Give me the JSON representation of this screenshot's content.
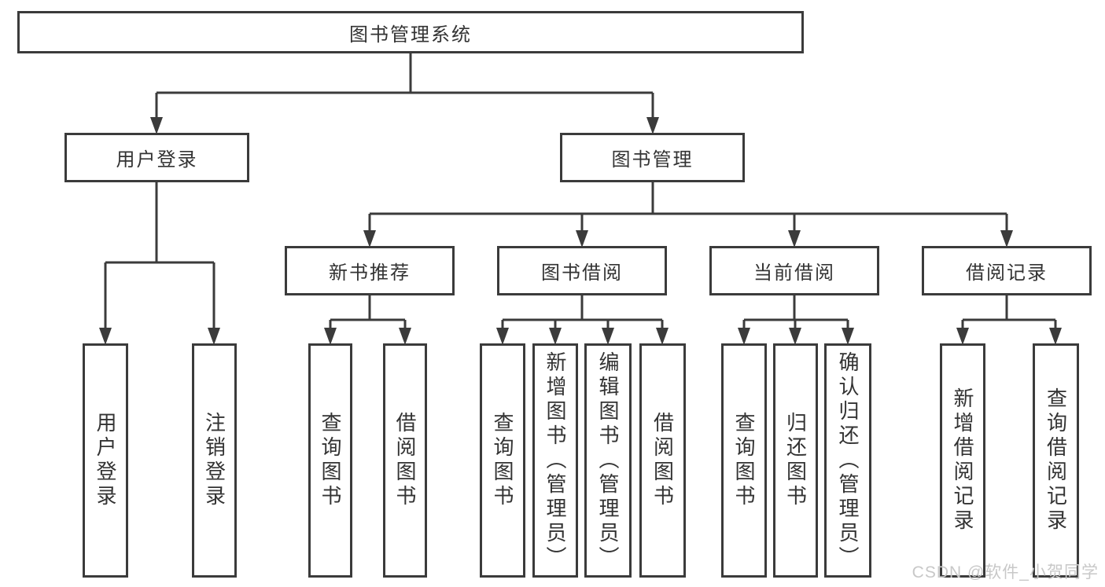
{
  "nodes": {
    "root": "图书管理系统",
    "user_login": "用户登录",
    "book_mgmt": "图书管理",
    "new_books": "新书推荐",
    "book_borrow": "图书借阅",
    "current_borrow": "当前借阅",
    "borrow_records": "借阅记录"
  },
  "leaves": {
    "user_login": [
      "用户登录",
      "注销登录"
    ],
    "new_books": [
      "查询图书",
      "借阅图书"
    ],
    "book_borrow": [
      "查询图书",
      "新增图书（管理员）",
      "编辑图书（管理员）",
      "借阅图书"
    ],
    "current_borrow": [
      "查询图书",
      "归还图书",
      "确认归还（管理员）"
    ],
    "borrow_records": [
      "新增借阅记录",
      "查询借阅记录"
    ]
  },
  "meta": {
    "watermark": "CSDN @软件_小贺同学"
  },
  "colors": {
    "line": "#3b3b3b",
    "box_bg": "#ffffff",
    "text": "#333333",
    "watermark": "#c8c8c8"
  }
}
